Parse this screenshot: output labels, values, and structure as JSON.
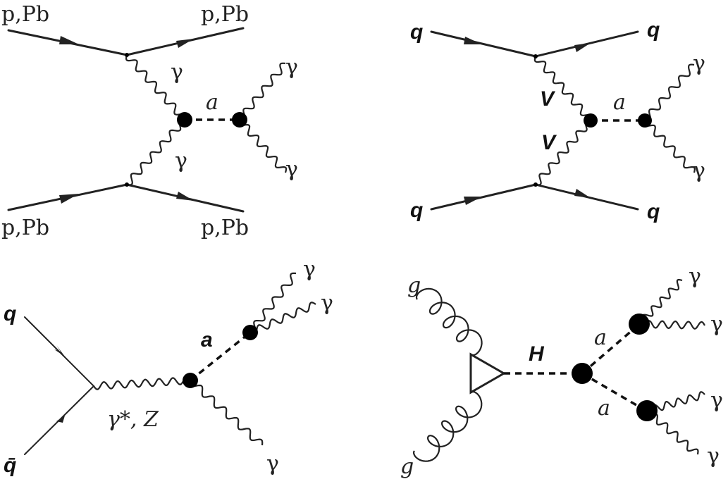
{
  "diagrams": [
    {
      "id": "photon-fusion",
      "labels": {
        "in_top": "p,Pb",
        "out_top": "p,Pb",
        "in_bottom": "p,Pb",
        "out_bottom": "p,Pb",
        "photon_top": "γ",
        "photon_bottom": "γ",
        "alp": "a",
        "decay_top": "γ",
        "decay_bottom": "γ"
      }
    },
    {
      "id": "vector-boson-fusion",
      "labels": {
        "in_top": "q",
        "out_top": "q",
        "in_bottom": "q",
        "out_bottom": "q",
        "boson_top": "V",
        "boson_bottom": "V",
        "alp": "a",
        "decay_top": "γ",
        "decay_bottom": "γ"
      }
    },
    {
      "id": "associated-production",
      "labels": {
        "quark": "q",
        "antiquark": "q̄",
        "propagator": "γ*, Z",
        "alp": "a",
        "decay_1": "γ",
        "decay_2": "γ",
        "recoil": "γ"
      }
    },
    {
      "id": "higgs-decay",
      "labels": {
        "gluon_top": "g",
        "gluon_bottom": "g",
        "higgs": "H",
        "alp_top": "a",
        "alp_bottom": "a",
        "photon_1": "γ",
        "photon_2": "γ",
        "photon_3": "γ",
        "photon_4": "γ"
      }
    }
  ]
}
